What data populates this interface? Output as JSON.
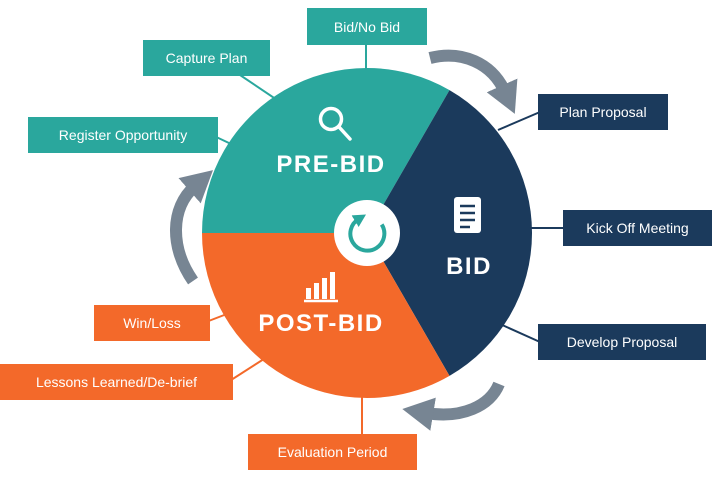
{
  "colors": {
    "teal": "#2aa79d",
    "navy": "#1b3a5c",
    "orange": "#f3692a",
    "gray": "#778593",
    "white": "#ffffff"
  },
  "diagram": {
    "type": "cycle-diagram",
    "center_icon": "refresh-icon",
    "flow_arrows": [
      "flow-arrow-top-right",
      "flow-arrow-bottom-right",
      "flow-arrow-left"
    ],
    "segments": [
      {
        "label": "PRE-BID",
        "icon": "search-icon",
        "color": "#2aa79d"
      },
      {
        "label": "BID",
        "icon": "notebook-icon",
        "color": "#1b3a5c"
      },
      {
        "label": "POST-BID",
        "icon": "bar-chart-icon",
        "color": "#f3692a"
      }
    ],
    "labels": [
      {
        "text": "Bid/No Bid",
        "segment": "PRE-BID"
      },
      {
        "text": "Capture Plan",
        "segment": "PRE-BID"
      },
      {
        "text": "Register Opportunity",
        "segment": "PRE-BID"
      },
      {
        "text": "Plan Proposal",
        "segment": "BID"
      },
      {
        "text": "Kick Off Meeting",
        "segment": "BID"
      },
      {
        "text": "Develop Proposal",
        "segment": "BID"
      },
      {
        "text": "Win/Loss",
        "segment": "POST-BID"
      },
      {
        "text": "Lessons Learned/De-brief",
        "segment": "POST-BID"
      },
      {
        "text": "Evaluation Period",
        "segment": "POST-BID"
      }
    ]
  }
}
